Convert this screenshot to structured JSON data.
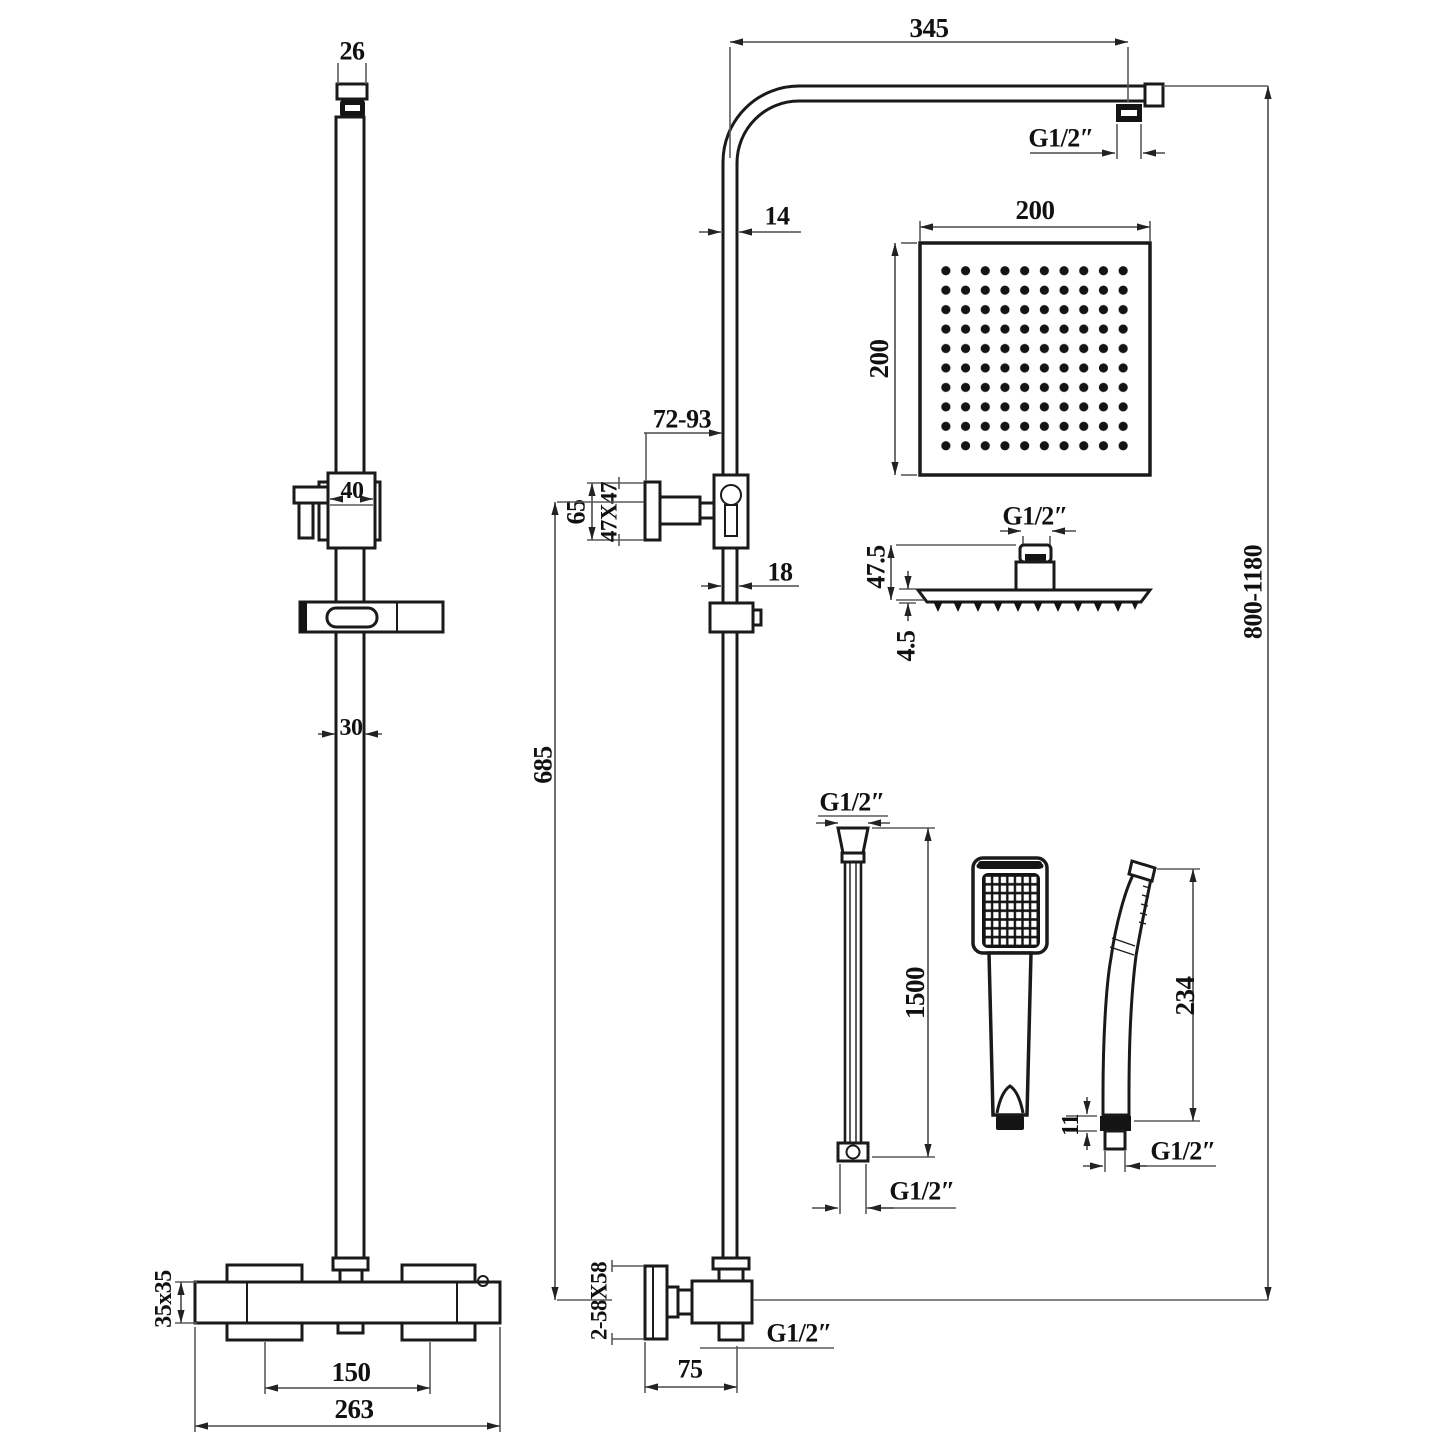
{
  "page": {
    "background": "#ffffff"
  },
  "colors": {
    "line": "#1a1a1a",
    "dim": "#5a5a5a",
    "text": "#111111"
  },
  "front_view": {
    "cap_width": "26",
    "slider_width": "40",
    "rail_width": "30",
    "valve_section": "35x35",
    "valve_centres": "150",
    "valve_width": "263"
  },
  "side_view": {
    "arm_length": "345",
    "arm_pipe": "14",
    "arm_thread": "G1/2″",
    "bracket_reach": "72-93",
    "bracket_plate": "47X47",
    "bracket_height": "65",
    "pipe_width": "18",
    "column_length": "685",
    "wall_plates": "2-58X58",
    "valve_reach": "75",
    "outlet_thread": "G1/2″",
    "overall_height": "800-1180"
  },
  "head_top": {
    "width": "200",
    "depth": "200",
    "thread": "G1/2″"
  },
  "head_side": {
    "height": "47.5",
    "edge": "4.5"
  },
  "hose": {
    "top_thread": "G1/2″",
    "length": "1500",
    "bottom_thread": "G1/2″"
  },
  "handset": {
    "height": "234",
    "collar": "11",
    "thread": "G1/2″"
  }
}
